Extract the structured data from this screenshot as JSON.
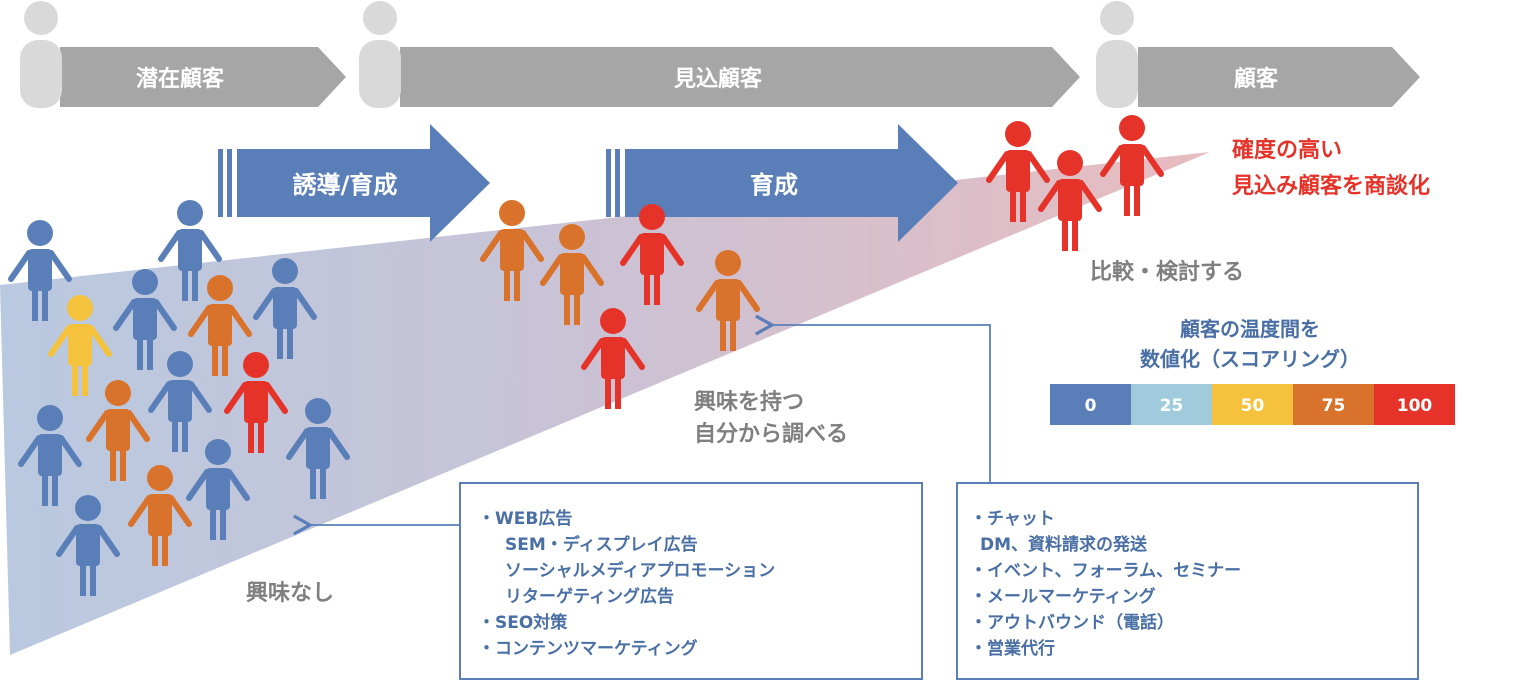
{
  "stages": [
    {
      "label": "潜在顧客"
    },
    {
      "label": "見込顧客"
    },
    {
      "label": "顧客"
    }
  ],
  "arrows": {
    "nurture_lead": "誘導/育成",
    "nurture": "育成"
  },
  "captions": {
    "no_interest": "興味なし",
    "interest_line1": "興味を持つ",
    "interest_line2": "自分から調べる",
    "compare": "比較・検討する",
    "goal_line1": "確度の高い",
    "goal_line2": "見込み顧客を商談化",
    "scoring_line1": "顧客の温度間を",
    "scoring_line2": "数値化（スコアリング）"
  },
  "scale": [
    {
      "label": "0",
      "color": "#5a7fb8"
    },
    {
      "label": "25",
      "color": "#9fcbdc"
    },
    {
      "label": "50",
      "color": "#f4c23c"
    },
    {
      "label": "75",
      "color": "#d9722a"
    },
    {
      "label": "100",
      "color": "#e6332a"
    }
  ],
  "box_left": [
    "・WEB広告",
    "SEM・ディスプレイ広告",
    "ソーシャルメディアプロモーション",
    "リターゲティング広告",
    "・SEO対策",
    "・コンテンツマーケティング"
  ],
  "box_right": [
    "・チャット",
    "DM、資料請求の発送",
    "・イベント、フォーラム、セミナー",
    "・メールマーケティング",
    "・アウトバウンド（電話）",
    "・営業代行"
  ],
  "colors": {
    "blue": "#5a7fb8",
    "yellow": "#f4c23c",
    "orange": "#d9722a",
    "red": "#e6332a",
    "gray": "#bfbfbf",
    "stage_bar": "#a6a6a6"
  }
}
